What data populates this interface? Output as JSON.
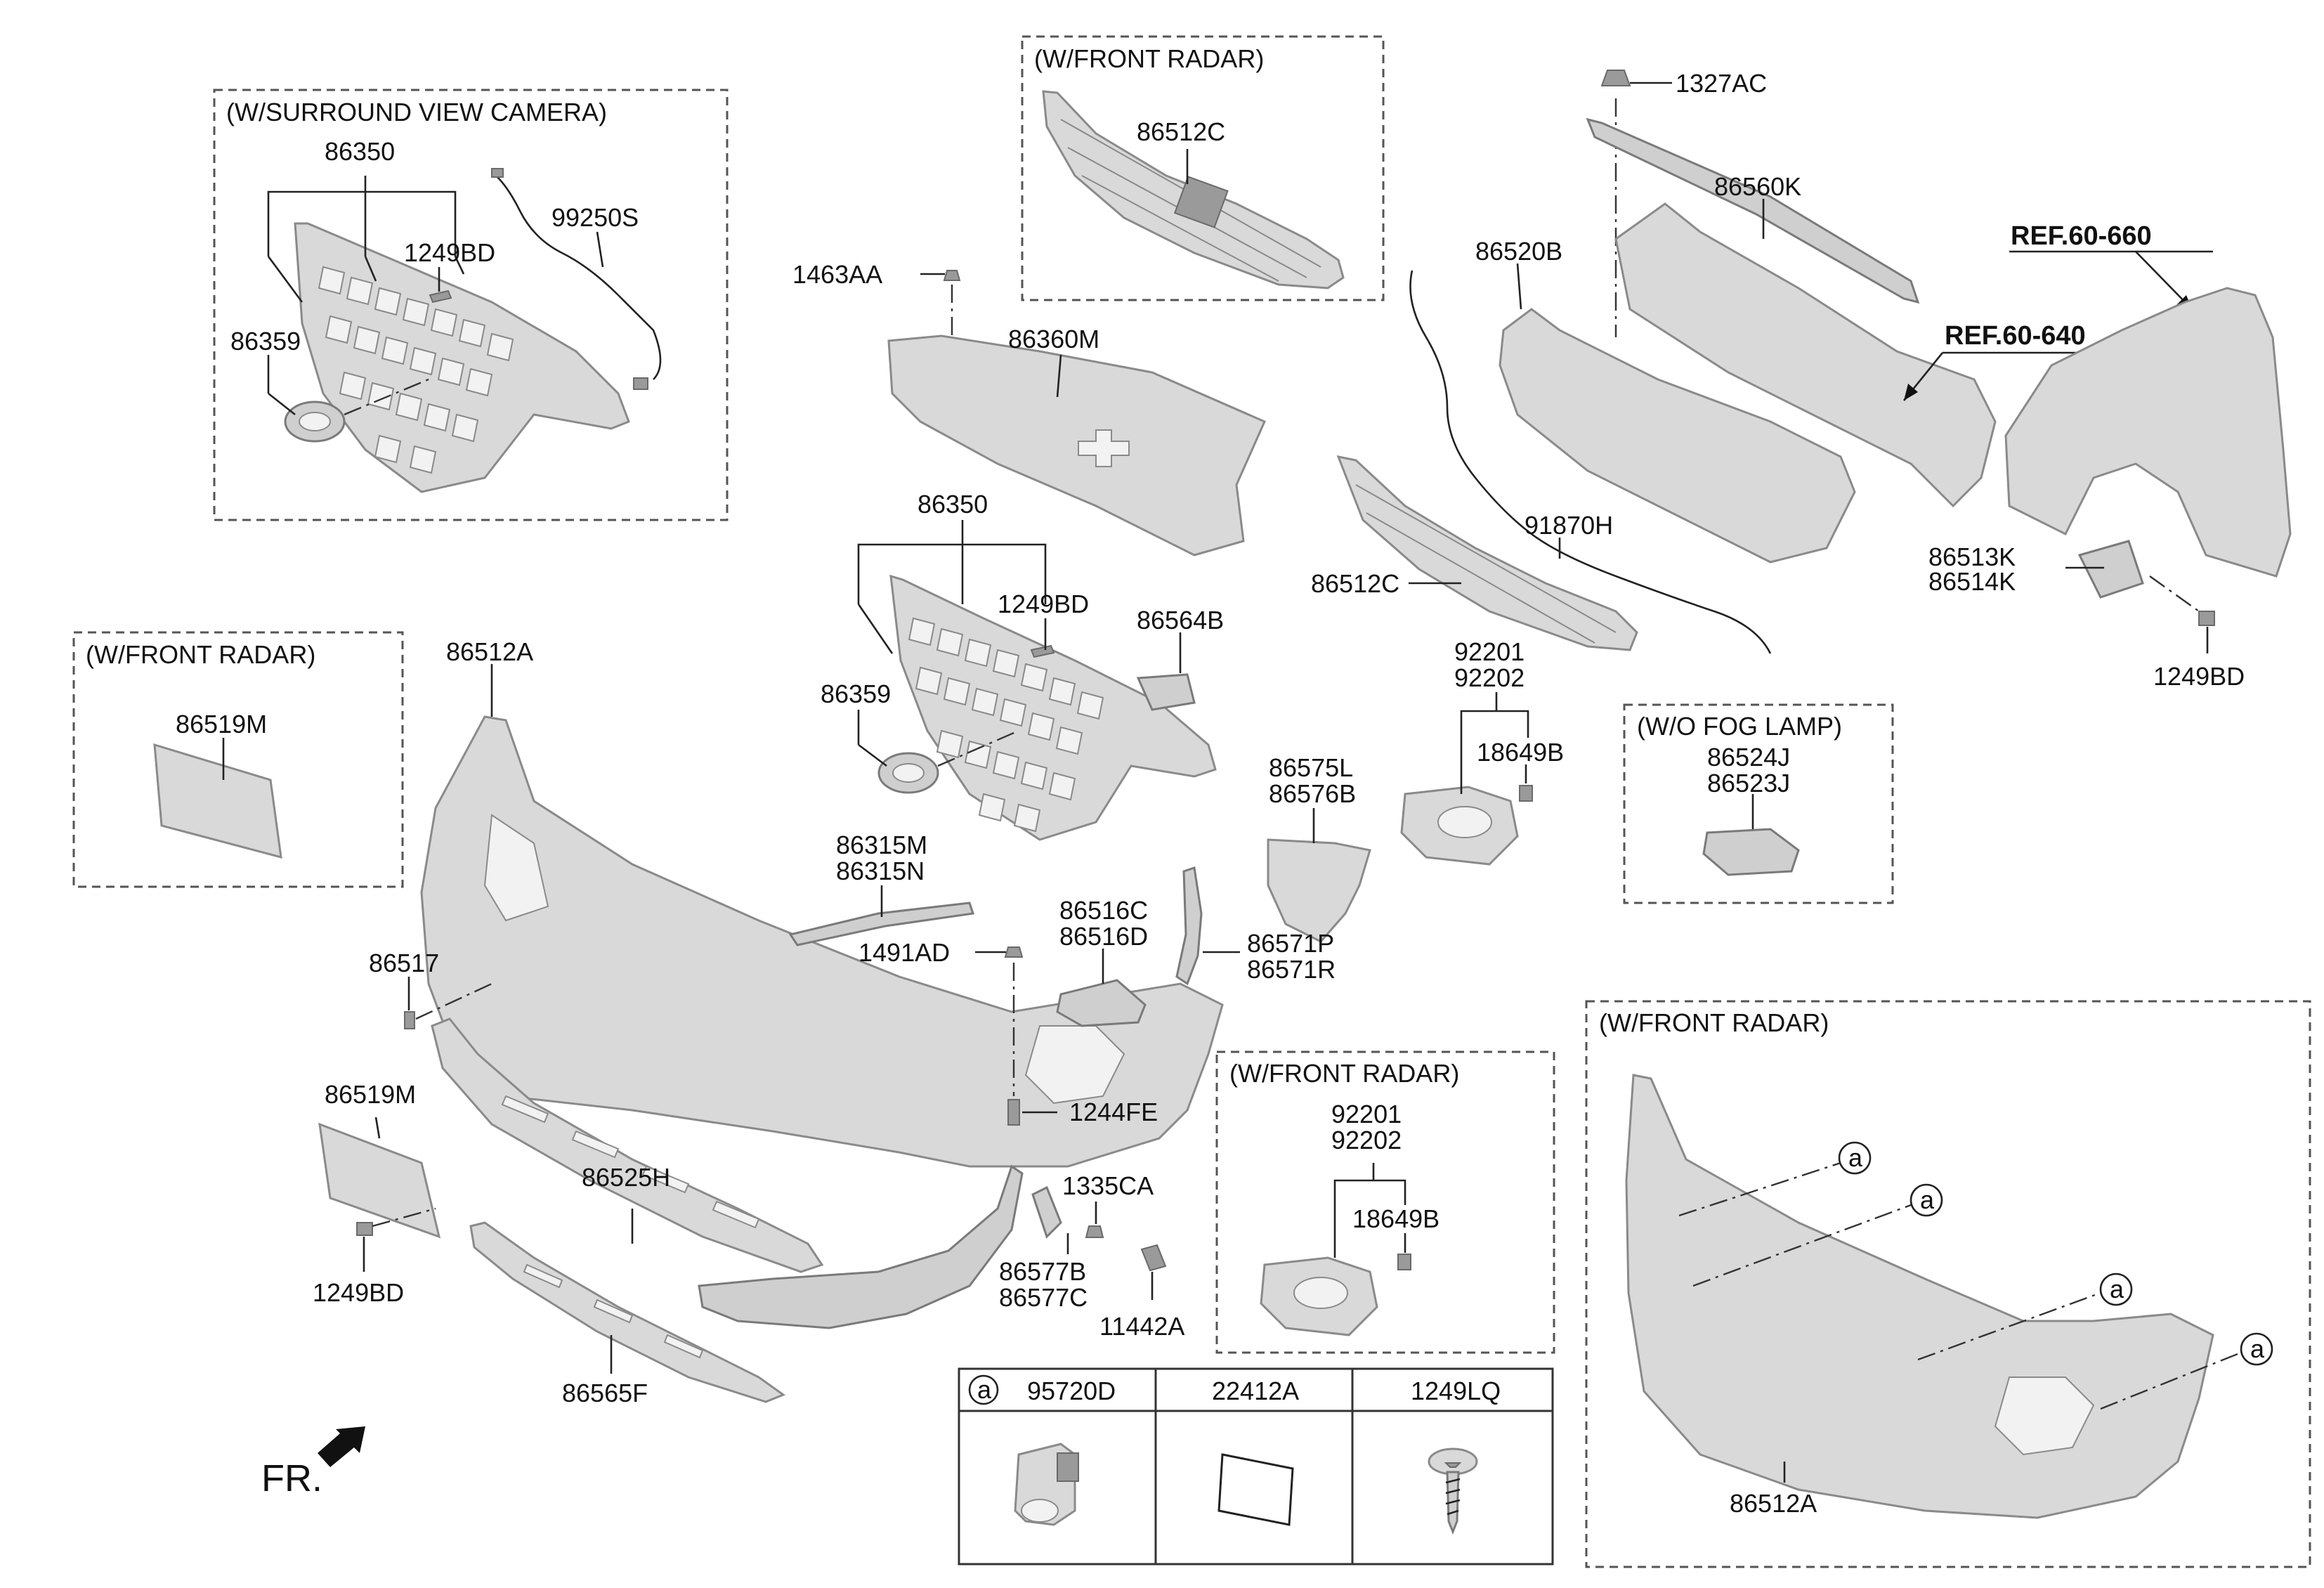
{
  "boxes": {
    "surround_view_camera": "(W/SURROUND VIEW CAMERA)",
    "front_radar_top": "(W/FRONT RADAR)",
    "front_radar_left": "(W/FRONT RADAR)",
    "wo_fog_lamp": "(W/O FOG LAMP)",
    "front_radar_bottom": "(W/FRONT RADAR)",
    "front_radar_right": "(W/FRONT RADAR)"
  },
  "parts": {
    "p86350_a": "86350",
    "p1249BD_a": "1249BD",
    "p86359_a": "86359",
    "p99250S": "99250S",
    "p86512C_a": "86512C",
    "p1463AA": "1463AA",
    "p86360M": "86360M",
    "p86350_b": "86350",
    "p1249BD_b": "1249BD",
    "p86359_b": "86359",
    "p86564B": "86564B",
    "p1327AC": "1327AC",
    "p86560K": "86560K",
    "p86520B": "86520B",
    "ref660": "REF.60-660",
    "ref640": "REF.60-640",
    "p91870H": "91870H",
    "p86512C_b": "86512C",
    "p86513K": "86513K",
    "p86514K": "86514K",
    "p1249BD_c": "1249BD",
    "p92201_a": "92201",
    "p92202_a": "92202",
    "p18649B_a": "18649B",
    "p86524J": "86524J",
    "p86523J": "86523J",
    "p86519M_a": "86519M",
    "p86512A_a": "86512A",
    "p86517": "86517",
    "p86315M": "86315M",
    "p86315N": "86315N",
    "p86516C": "86516C",
    "p86516D": "86516D",
    "p1491AD": "1491AD",
    "p86575L": "86575L",
    "p86576B": "86576B",
    "p86571P": "86571P",
    "p86571R": "86571R",
    "p1244FE": "1244FE",
    "p86519M_b": "86519M",
    "p86525H": "86525H",
    "p1335CA": "1335CA",
    "p86577B": "86577B",
    "p86577C": "86577C",
    "p11442A": "11442A",
    "p1249BD_d": "1249BD",
    "p86565F": "86565F",
    "p92201_b": "92201",
    "p92202_b": "92202",
    "p18649B_b": "18649B",
    "p86512A_b": "86512A"
  },
  "callouts": {
    "a1": "a",
    "a2": "a",
    "a3": "a",
    "a4": "a"
  },
  "legend_table": {
    "key": "a",
    "col1": "95720D",
    "col2": "22412A",
    "col3": "1249LQ"
  },
  "direction": "FR."
}
